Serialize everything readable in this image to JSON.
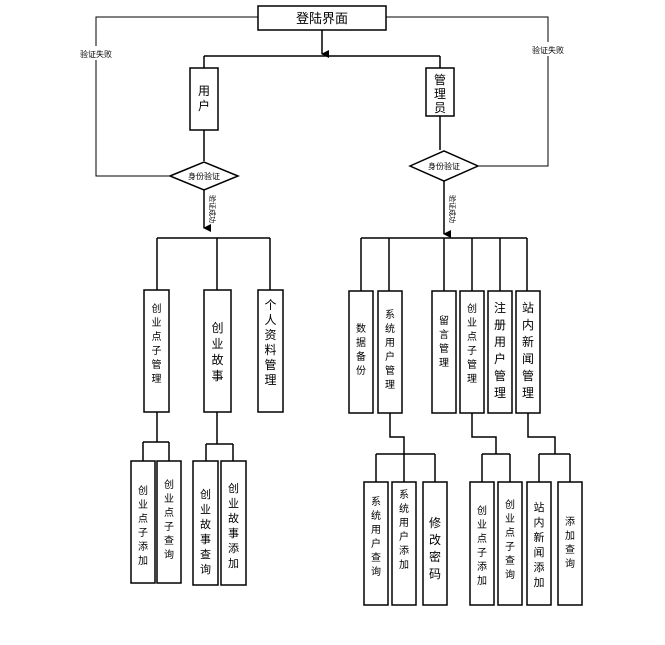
{
  "diagram": {
    "login": "登陆界面",
    "user": "用户",
    "admin": "管理员",
    "auth_user": "身份验证",
    "auth_admin": "身份验证",
    "fail_left": "验证失败",
    "fail_right": "验证失败",
    "success_left": "验证成功",
    "success_right": "验证成功",
    "user_modules": {
      "idea_mgmt": "创业点子管理",
      "story": "创业故事",
      "profile": "个人资料管理"
    },
    "admin_modules": {
      "backup": "数据备份",
      "sys_user": "系统用户管理",
      "message": "留言管理",
      "idea_mgmt": "创业点子管理",
      "reg_user": "注册用户管理",
      "news": "站内新闻管理"
    },
    "leaves": {
      "idea_add": "创业点子添加",
      "idea_query": "创业点子查询",
      "story_query": "创业故事查询",
      "story_add": "创业故事添加",
      "sys_query": "系统用户查询",
      "sys_add": "系统用户添加",
      "change_pwd": "修改密码",
      "admin_idea_add": "创业点子添加",
      "admin_idea_query": "创业点子查询",
      "news_add": "站内新闻添加",
      "news_query": "添加查询"
    }
  }
}
